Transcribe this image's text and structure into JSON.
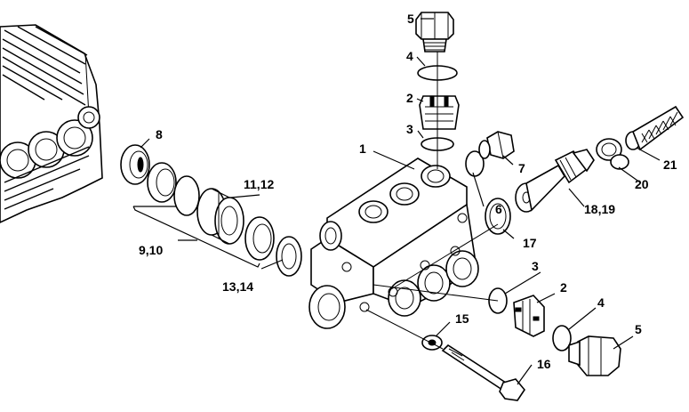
{
  "diagram": {
    "callouts": {
      "c1": "1",
      "c2_top": "2",
      "c2_bottom": "2",
      "c3_top": "3",
      "c3_bottom": "3",
      "c4_top": "4",
      "c4_bottom": "4",
      "c5_top": "5",
      "c5_bottom": "5",
      "c6": "6",
      "c7": "7",
      "c8": "8",
      "c9_10": "9,10",
      "c11_12": "11,12",
      "c13_14": "13,14",
      "c15": "15",
      "c16": "16",
      "c17": "17",
      "c18_19": "18,19",
      "c20": "20",
      "c21": "21"
    }
  }
}
